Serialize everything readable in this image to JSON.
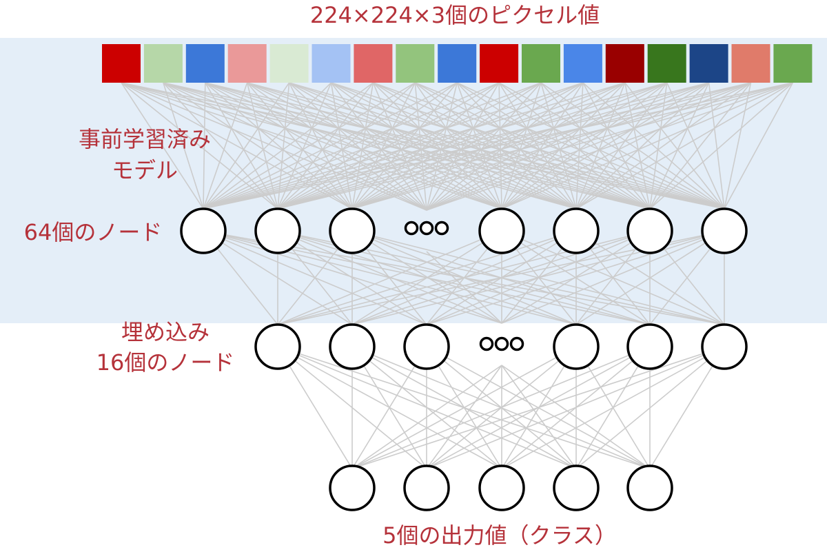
{
  "labels": {
    "pixels": "224×224×3個のピクセル値",
    "model_line1": "事前学習済み",
    "model_line2": "モデル",
    "hidden64": "64個のノード",
    "embed_line1": "埋め込み",
    "embed_line2": "16個のノード",
    "output": "5個の出力値（クラス）"
  },
  "colors": {
    "label_text": "#b5323a",
    "model_region": "#e4eef8",
    "connection": "#cccccc",
    "node_stroke": "#000000"
  },
  "pixel_colors": [
    "#cc0000",
    "#b6d7a8",
    "#3c78d8",
    "#ea9999",
    "#d9ead3",
    "#a4c2f4",
    "#e06666",
    "#93c47d",
    "#3c78d8",
    "#cc0000",
    "#6aa84f",
    "#4a86e8",
    "#990000",
    "#38761d",
    "#1c4587",
    "#e07b6a",
    "#6aa84f"
  ]
}
